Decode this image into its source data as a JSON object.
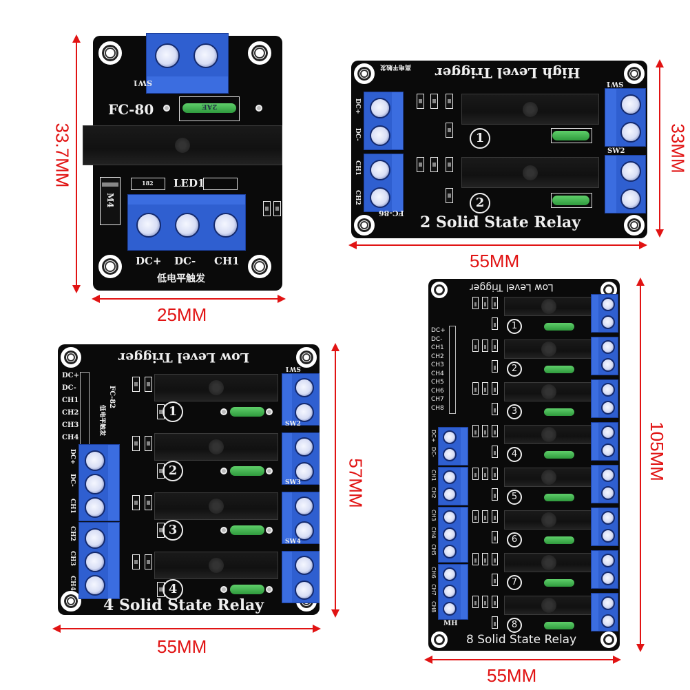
{
  "image": {
    "subject": "Solid state relay modules with dimensions",
    "dimension_color": "#e11313",
    "pcb_color": "#0a0a0a",
    "terminal_color": "#2f5fd0"
  },
  "boards": [
    {
      "name": "1 channel",
      "width_label": "25MM",
      "height_label": "33.7MM",
      "model_label": "FC-80",
      "switch_label": "SW1",
      "fuse_label": "2AE",
      "led_label": "LED1",
      "diode_label": "M4",
      "resistor_label": "182",
      "pin_labels": [
        "DC+",
        "DC-",
        "CH1"
      ],
      "trigger_label": "低电平触发"
    },
    {
      "name": "2 channel",
      "width_label": "55MM",
      "height_label": "33MM",
      "title": "2 Solid State Relay",
      "trigger_label": "High Level Trigger",
      "model_label": "FC-86",
      "switch_labels": [
        "SW1",
        "SW2"
      ],
      "pin_labels": [
        "DC+",
        "DC-",
        "CH1",
        "CH2"
      ],
      "channel_numbers": [
        "1",
        "2"
      ],
      "chinese_label": "高电平触发"
    },
    {
      "name": "4 channel",
      "width_label": "55MM",
      "height_label": "57MM",
      "title": "4 Solid State Relay",
      "trigger_label": "Low Level Trigger",
      "model_label": "FC-82",
      "switch_labels": [
        "SW1",
        "SW2",
        "SW3",
        "SW4"
      ],
      "header_labels": [
        "DC+",
        "DC-",
        "CH1",
        "CH2",
        "CH3",
        "CH4"
      ],
      "pin_labels": [
        "DC+",
        "DC-",
        "CH1",
        "CH2",
        "CH3",
        "CH4"
      ],
      "channel_numbers": [
        "1",
        "2",
        "3",
        "4"
      ],
      "chinese_label": "低电平触发"
    },
    {
      "name": "8 channel",
      "width_label": "55MM",
      "height_label": "105MM",
      "title": "8 Solid State Relay",
      "trigger_label": "Low Level Trigger",
      "header_labels": [
        "DC+",
        "DC-",
        "CH1",
        "CH2",
        "CH3",
        "CH4",
        "CH5",
        "CH6",
        "CH7",
        "CH8"
      ],
      "pin_labels": [
        "DC+",
        "DC-",
        "CH1",
        "CH2",
        "CH3",
        "CH4",
        "CH5",
        "CH6",
        "CH7",
        "CH8"
      ],
      "channel_numbers": [
        "1",
        "2",
        "3",
        "4",
        "5",
        "6",
        "7",
        "8"
      ],
      "mh_label": "MH"
    }
  ]
}
